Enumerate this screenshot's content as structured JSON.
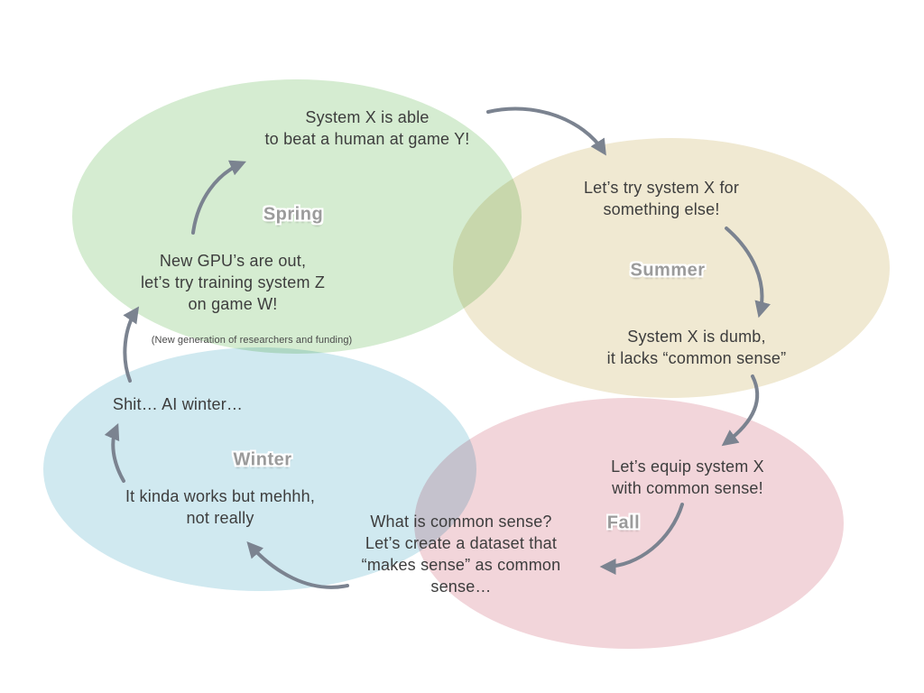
{
  "slide": {
    "background": "#ffffff",
    "styles": {
      "arrow_color": "#7b8390",
      "text_color": "#3d3d3d",
      "label_color": "#9b9b9b",
      "note_color": "#4a4a4a"
    },
    "seasons": {
      "spring": {
        "label": "Spring",
        "color": "#d5ecd1",
        "quote_top": "System X is able\nto beat a human at game Y!",
        "quote_bottom": "New GPU’s are out,\nlet’s try training system Z\non game W!",
        "note": "(New generation of researchers and funding)"
      },
      "summer": {
        "label": "Summer",
        "color": "#f0e9d2",
        "quote_top": "Let’s try system X for\nsomething else!",
        "quote_bottom": "System X is dumb,\nit lacks “common sense”"
      },
      "fall": {
        "label": "Fall",
        "color": "#f2d5da",
        "quote_top": "Let’s equip system X\nwith common sense!",
        "quote_bottom": "What is common sense?\nLet’s create a dataset that\n“makes sense” as common\nsense…"
      },
      "winter": {
        "label": "Winter",
        "color": "#d0e9f0",
        "quote_top": "Shit… AI winter…",
        "quote_bottom": "It kinda works but mehhh,\nnot really"
      }
    }
  }
}
